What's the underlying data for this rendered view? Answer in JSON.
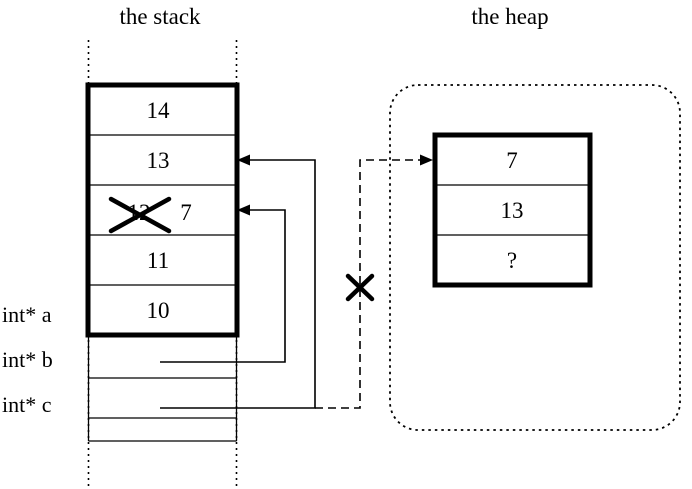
{
  "titles": {
    "stack": "the stack",
    "heap": "the heap"
  },
  "stack_frame": {
    "cells": [
      {
        "value": "14",
        "crossed_out": false
      },
      {
        "value": "13",
        "crossed_out": false
      },
      {
        "value": "12",
        "crossed_out": true,
        "new_value": "7"
      },
      {
        "value": "11",
        "crossed_out": false
      },
      {
        "value": "10",
        "crossed_out": false
      }
    ]
  },
  "pointer_labels": [
    {
      "label": "int* a"
    },
    {
      "label": "int* b"
    },
    {
      "label": "int* c"
    }
  ],
  "heap_object": {
    "cells": [
      {
        "value": "7"
      },
      {
        "value": "13"
      },
      {
        "value": "?"
      }
    ]
  },
  "colors": {
    "ink": "#000000",
    "background": "#ffffff"
  }
}
